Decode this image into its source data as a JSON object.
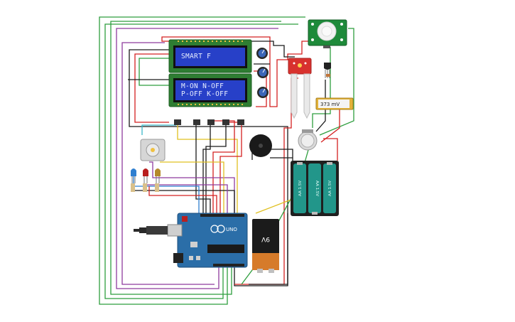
{
  "lcd1": {
    "line1": "SMART F",
    "line2": ""
  },
  "lcd2": {
    "line1": "M-ON  N-OFF",
    "line2": "P-OFF K-OFF"
  },
  "voltmeter": {
    "reading": "373 mV"
  },
  "battery9v": {
    "label": "9V"
  },
  "aa_pack": {
    "cells": [
      "AA 1.5V",
      "AA 1.5V",
      "AA 1.5V"
    ]
  },
  "arduino": {
    "model": "UNO"
  },
  "colors": {
    "wire_red": "#d42020",
    "wire_black": "#1a1a1a",
    "wire_green": "#2e9e3e",
    "wire_purple": "#8e3b9e",
    "wire_yellow": "#e0c020",
    "wire_blue": "#2f7fd0",
    "wire_cyan": "#3bb7c9",
    "lcd_green": "#2e7d32",
    "lcd_screen": "#2740c8",
    "arduino_blue": "#2b6ea8",
    "pir_green": "#1e8a3a",
    "battery_teal": "#22968a"
  }
}
